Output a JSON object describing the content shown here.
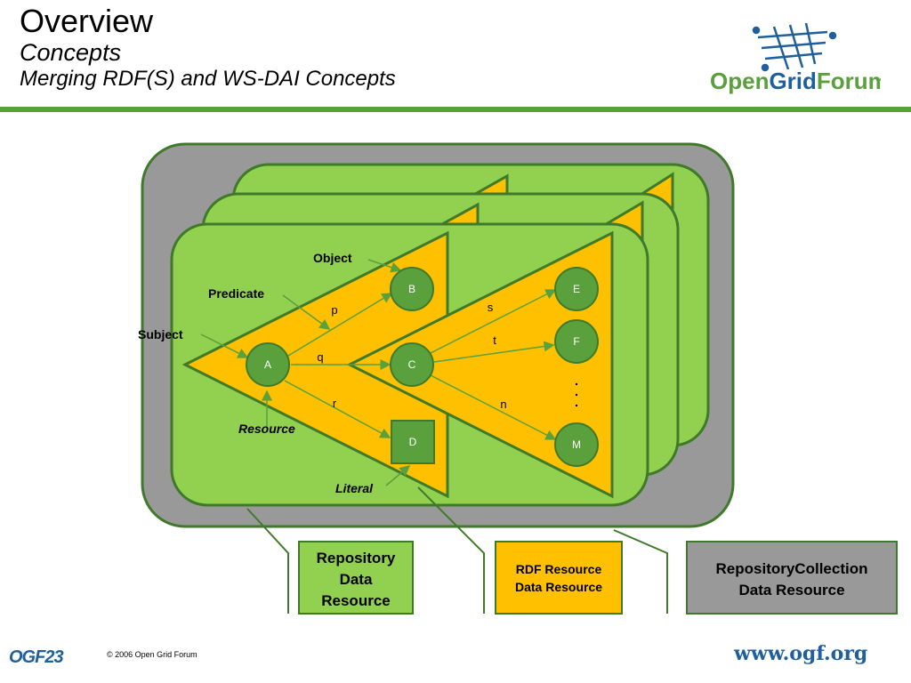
{
  "header": {
    "title": "Overview",
    "subtitle": "Concepts",
    "subsubtitle": "Merging RDF(S) and WS-DAI Concepts"
  },
  "logo": {
    "open": "Open",
    "grid": "Grid",
    "forum": "Forum"
  },
  "labels": {
    "object": "Object",
    "predicate": "Predicate",
    "subject": "Subject",
    "resource": "Resource",
    "literal": "Literal"
  },
  "nodes": {
    "a": "A",
    "b": "B",
    "c": "C",
    "d": "D",
    "e": "E",
    "f": "F",
    "m": "M"
  },
  "edges": {
    "p": "p",
    "q": "q",
    "r": "r",
    "s": "s",
    "t": "t",
    "n": "n"
  },
  "legend": {
    "repository": [
      "Repository",
      "Data",
      "Resource"
    ],
    "rdf": [
      "RDF Resource",
      "Data Resource"
    ],
    "collection": [
      "RepositoryCollection",
      "Data Resource"
    ]
  },
  "footer": {
    "event": "OGF23",
    "copyright": "© 2006 Open Grid Forum",
    "url": "www.ogf.org"
  },
  "colors": {
    "accent_green": "#5aa03c",
    "panel_green": "#92d050",
    "node_green": "#5aa03c",
    "triangle_yellow": "#ffc000",
    "collection_gray": "#999999",
    "border_green": "#3f7a2a",
    "brand_blue": "#1f5f9c"
  }
}
